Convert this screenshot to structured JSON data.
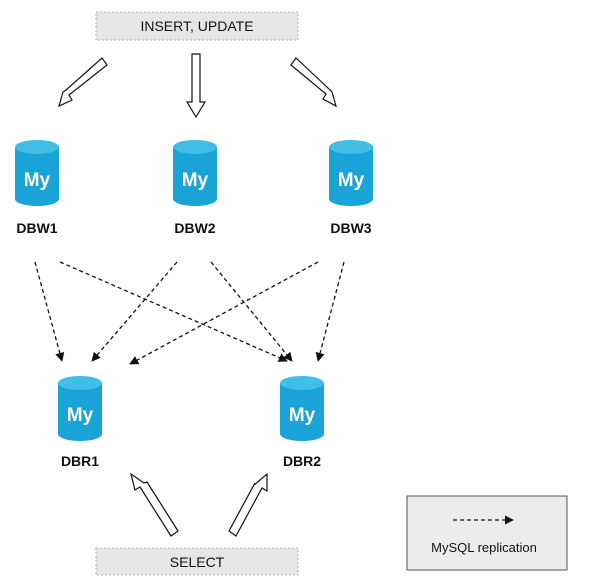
{
  "header_box": {
    "label": "INSERT, UPDATE"
  },
  "footer_box": {
    "label": "SELECT"
  },
  "writers": [
    {
      "id": "DBW1",
      "logo_text": "My"
    },
    {
      "id": "DBW2",
      "logo_text": "My"
    },
    {
      "id": "DBW3",
      "logo_text": "My"
    }
  ],
  "readers": [
    {
      "id": "DBR1",
      "logo_text": "My"
    },
    {
      "id": "DBR2",
      "logo_text": "My"
    }
  ],
  "replication_links": [
    {
      "from": "DBW1",
      "to": "DBR1"
    },
    {
      "from": "DBW1",
      "to": "DBR2"
    },
    {
      "from": "DBW2",
      "to": "DBR1"
    },
    {
      "from": "DBW2",
      "to": "DBR2"
    },
    {
      "from": "DBW3",
      "to": "DBR1"
    },
    {
      "from": "DBW3",
      "to": "DBR2"
    }
  ],
  "legend": {
    "label": "MySQL replication"
  },
  "colors": {
    "db_blue": "#1aa3d6",
    "db_top": "#41bde6",
    "box_fill": "#e6e6e6",
    "box_border": "#b3b3b3"
  }
}
